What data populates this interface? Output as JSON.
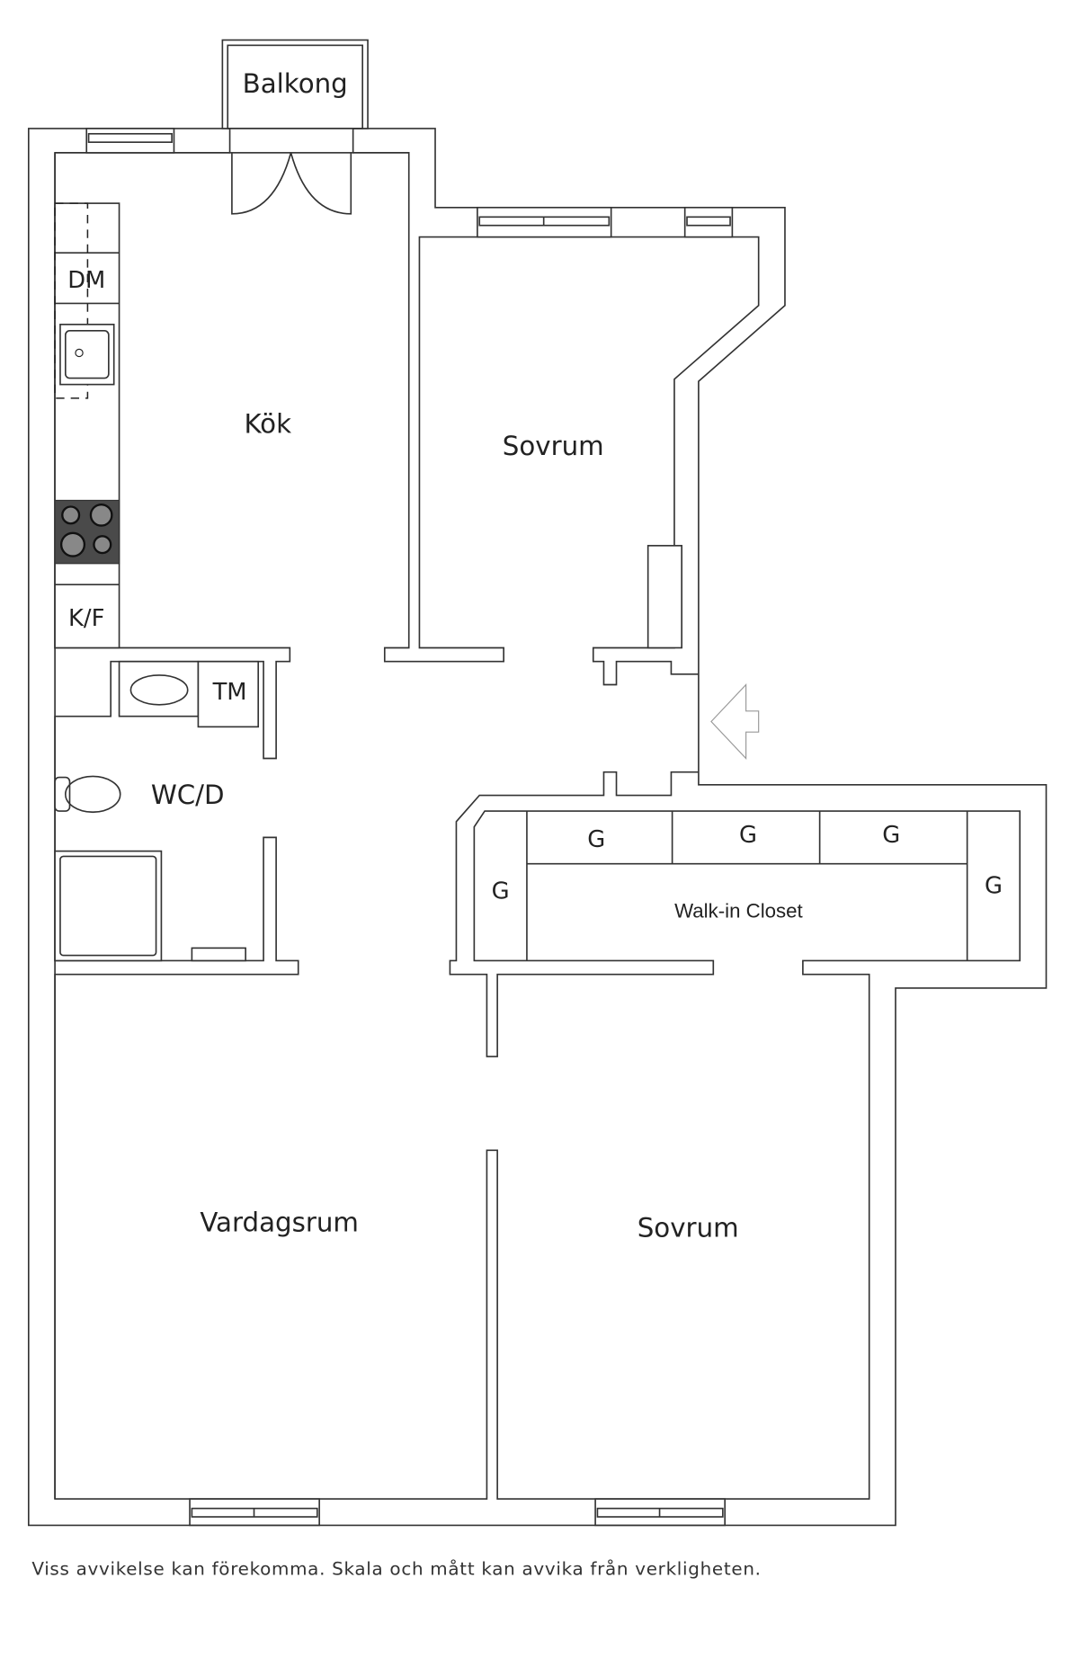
{
  "floorplan": {
    "rooms": {
      "balcony": "Balkong",
      "kitchen": "Kök",
      "bedroom_top": "Sovrum",
      "living_room": "Vardagsrum",
      "bedroom_bottom": "Sovrum",
      "bathroom": "WC/D",
      "walk_in_closet": "Walk-in Closet"
    },
    "fixtures": {
      "dishwasher": "DM",
      "fridge_freezer": "K/F",
      "washing_machine": "TM",
      "wardrobe": "G"
    },
    "entrance_icon": "entrance-arrow-icon"
  },
  "footer": {
    "disclaimer": "Viss avvikelse kan förekomma. Skala och mått kan avvika från verkligheten."
  }
}
